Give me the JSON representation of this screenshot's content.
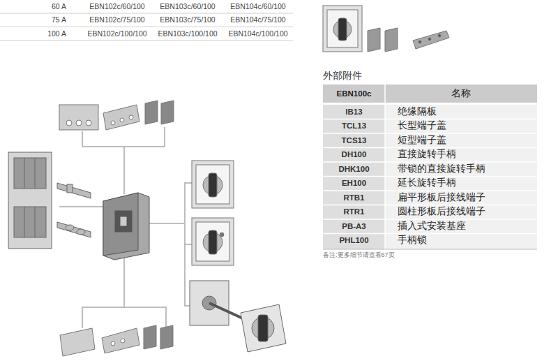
{
  "diagram": {
    "labels": [
      "60 A",
      "EBN102c/60/100",
      "EBN103c/60/100",
      "EBN104c/60/100",
      "75 A",
      "EBN102c/75/100",
      "EBN103c/75/100",
      "EBN104c/75/100",
      "100 A",
      "EBN102c/100/100",
      "EBN103c/100/100",
      "EBN104c/100/100",
      "外部附件",
      "EBN100c",
      "名称",
      "IB13",
      "绝缘隔板",
      "TCL13",
      "长型端子盖",
      "TCS13",
      "短型端子盖",
      "DH100",
      "直接旋转手柄",
      "DHK100",
      "带锁的直接旋转手柄",
      "EH100",
      "延长旋转手柄",
      "RTB1",
      "扁平形板后接线端子",
      "RTR1",
      "圆柱形板后接线端子",
      "PB-A3",
      "插入式安装基座",
      "PHL100",
      "手柄锁",
      "备注:更多细节请查看67页"
    ]
  }
}
